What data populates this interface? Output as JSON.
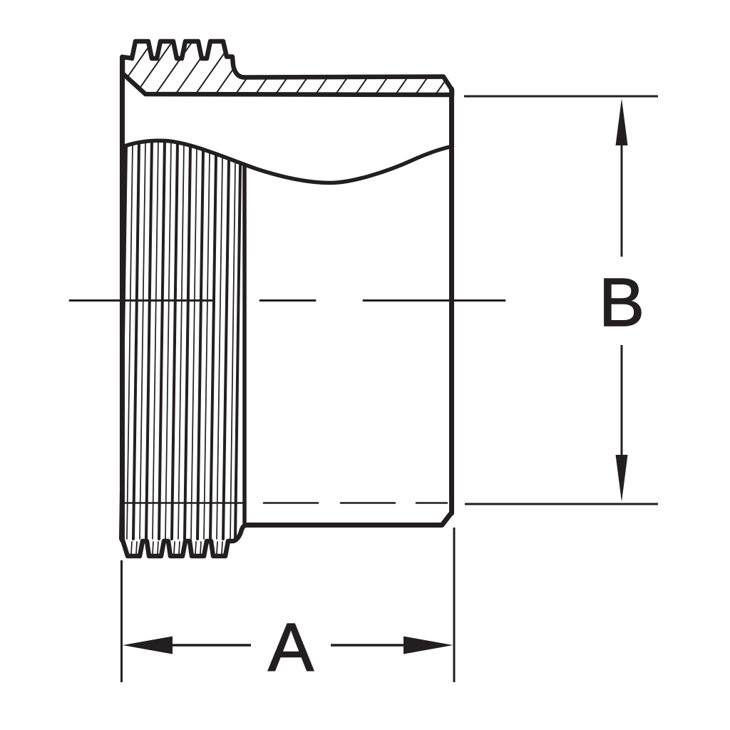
{
  "figure": {
    "type": "technical-drawing",
    "subject": "threaded ferrule fitting, partial section view",
    "background_color": "#ffffff",
    "line_color": "#231f20",
    "dimensions": {
      "width_label": "A",
      "height_label": "B"
    }
  }
}
